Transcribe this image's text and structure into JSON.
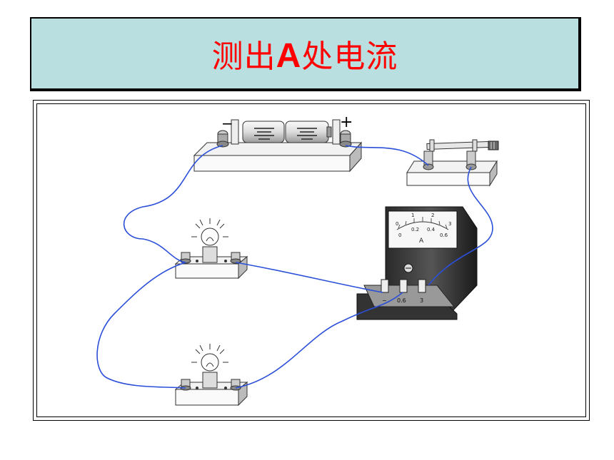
{
  "title": {
    "prefix": "测出",
    "bold": "A",
    "suffix": "处电流"
  },
  "battery": {
    "minus_sign": "−",
    "plus_sign": "+"
  },
  "ammeter": {
    "unit": "A",
    "scale_top": [
      "0",
      "1",
      "2",
      "3"
    ],
    "scale_bottom": [
      "0",
      "0.2",
      "0.4",
      "0.6"
    ],
    "terminals": [
      "−",
      "0.6",
      "3"
    ]
  },
  "colors": {
    "title_bg": "#b9dfe0",
    "title_text": "#ff0000",
    "wire": "#2b4fd8"
  }
}
